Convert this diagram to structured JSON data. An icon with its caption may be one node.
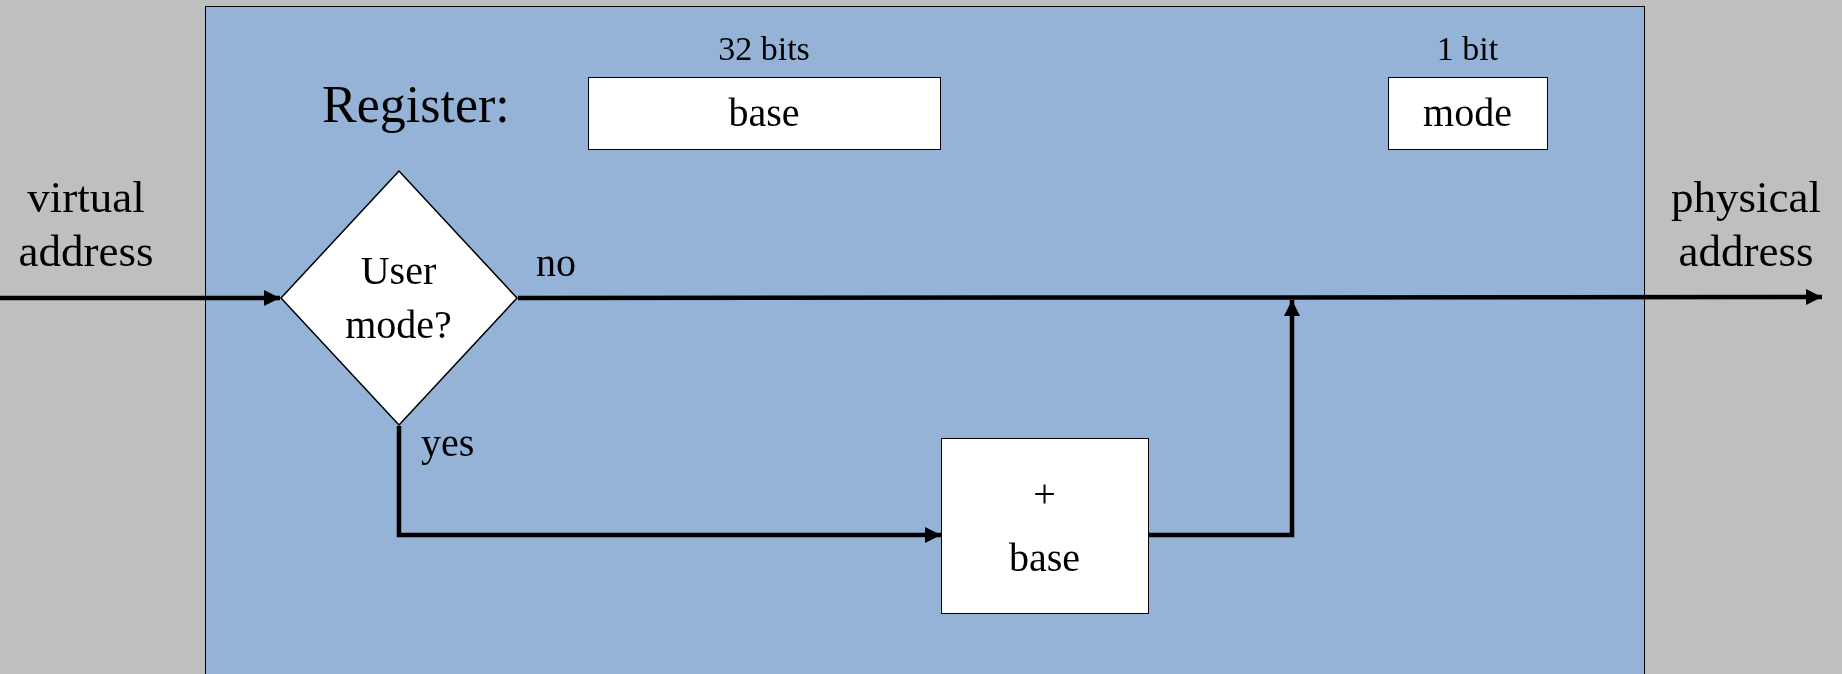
{
  "diagram": {
    "nodes": [
      {
        "text": [
          "virtual address"
        ]
      },
      {
        "text": [],
        "shape": "box"
      },
      {
        "text": [
          "base"
        ],
        "in": 1,
        "beside": [
          "32 bits"
        ]
      },
      {
        "text": [
          "mode"
        ],
        "in": 1,
        "beside": [
          "1 bit"
        ]
      },
      {
        "text": [
          "User mode?"
        ],
        "in": 1
      },
      {
        "text": [
          "+ base"
        ],
        "in": 1
      },
      {
        "text": [
          "physical address"
        ]
      }
    ],
    "edges": [
      {
        "from": 0,
        "to": 4,
        "arrow": "to"
      },
      {
        "from": 4,
        "to": 6,
        "label": "no",
        "arrow": "to"
      },
      {
        "from": 4,
        "to": 5,
        "label": "yes",
        "arrow": "to"
      },
      {
        "from": 5,
        "to": null,
        "arrow": "to"
      }
    ],
    "labels": [
      "Register:"
    ]
  }
}
